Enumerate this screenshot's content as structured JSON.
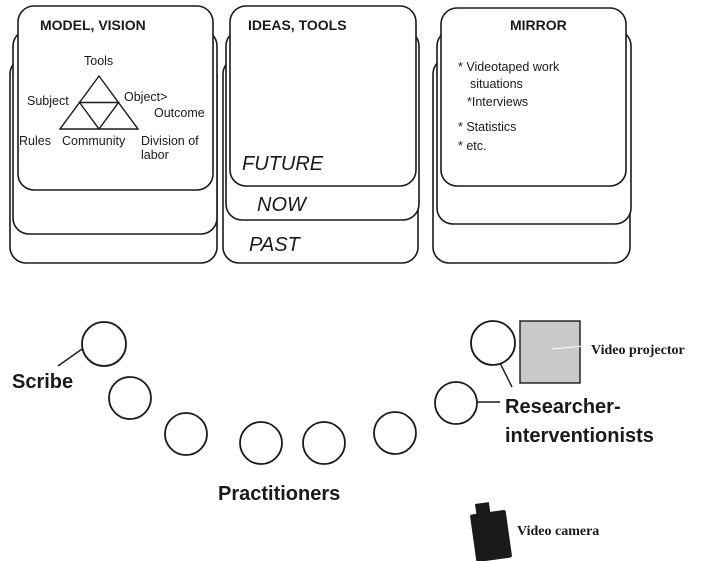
{
  "panels": {
    "model": {
      "title": "MODEL, VISION",
      "triangle": {
        "tools": "Tools",
        "subject": "Subject",
        "object": "Object>",
        "outcome": "Outcome",
        "rules": "Rules",
        "community": "Community",
        "division_line1": "Division of",
        "division_line2": "labor"
      }
    },
    "ideas": {
      "title": "IDEAS, TOOLS",
      "layers": [
        "FUTURE",
        "NOW",
        "PAST"
      ]
    },
    "mirror": {
      "title": "MIRROR",
      "items": [
        "* Videotaped work",
        "situations",
        "*Interviews",
        "* Statistics",
        "* etc."
      ]
    }
  },
  "room": {
    "scribe": "Scribe",
    "practitioners": "Practitioners",
    "researchers_line1": "Researcher-",
    "researchers_line2": "interventionists",
    "projector": "Video projector",
    "camera": "Video camera"
  }
}
